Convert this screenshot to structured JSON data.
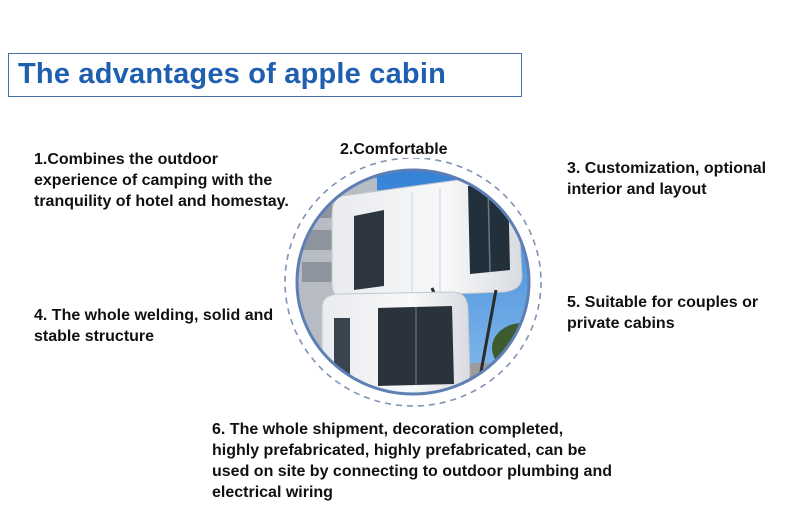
{
  "title": "The advantages of apple cabin",
  "features": {
    "f1": "1.Combines the outdoor experience of camping with the tranquility of hotel and homestay.",
    "f2": "2.Comfortable",
    "f3": "3. Customization, optional interior and layout",
    "f4": "4. The whole welding, solid and stable structure",
    "f5": "5. Suitable for couples or private cabins",
    "f6": "6. The whole shipment, decoration completed, highly prefabricated, highly prefabricated, can be used on site by connecting to outdoor plumbing and electrical wiring"
  },
  "colors": {
    "title": "#1f5fb0",
    "border": "#4a6fa8",
    "dashed_ring": "#7f93b3"
  }
}
